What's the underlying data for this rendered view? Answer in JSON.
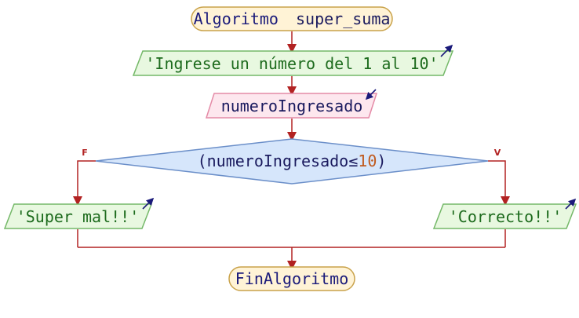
{
  "flowchart": {
    "start": {
      "keyword": "Algoritmo",
      "name": "super_suma"
    },
    "output_prompt": "'Ingrese un número del 1 al 10'",
    "input_var": "numeroIngresado",
    "decision": {
      "open_paren": "(",
      "variable": "numeroIngresado",
      "operator": "≤",
      "number": "10",
      "close_paren": ")"
    },
    "branch_false": {
      "label": "F",
      "output": "'Super mal!!'"
    },
    "branch_true": {
      "label": "V",
      "output": "'Correcto!!'"
    },
    "end": "FinAlgoritmo"
  },
  "colors": {
    "arrow": "#b22222",
    "terminal_fill": "#fff3d6",
    "terminal_stroke": "#c9a24a",
    "output_fill": "#e8f8e0",
    "output_stroke": "#74b868",
    "input_fill": "#fde7ee",
    "input_stroke": "#e48aa6",
    "decision_fill": "#d6e6fb",
    "decision_stroke": "#6b8fc9",
    "keyword_text": "#1a1a7a",
    "string_text": "#1d6b1d",
    "number_text": "#c05a1e",
    "plain_text": "#1a1a5e",
    "io_arrow": "#1a1a7a"
  }
}
